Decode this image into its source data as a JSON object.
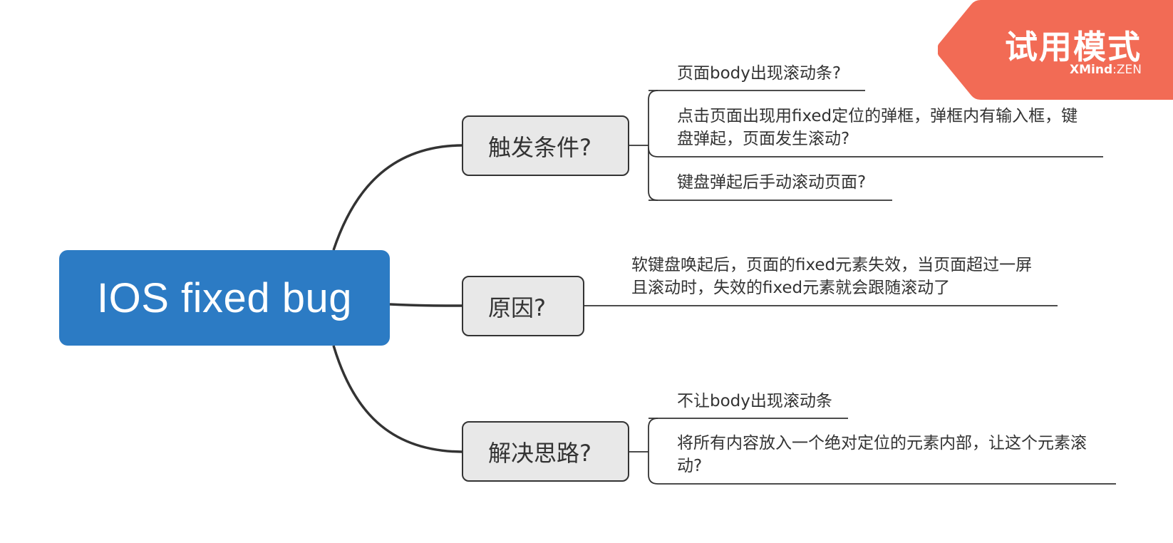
{
  "mindmap": {
    "root": {
      "label": "IOS fixed bug"
    },
    "topics": [
      {
        "label": "触发条件?",
        "items": [
          {
            "lines": [
              "页面body出现滚动条?"
            ]
          },
          {
            "lines": [
              "点击页面出现用fixed定位的弹框，弹框内有输入框，键",
              "盘弹起，页面发生滚动?"
            ]
          },
          {
            "lines": [
              "键盘弹起后手动滚动页面?"
            ]
          }
        ]
      },
      {
        "label": "原因?",
        "items": [
          {
            "lines": [
              "软键盘唤起后，页面的fixed元素失效，当页面超过一屏",
              "且滚动时，失效的fixed元素就会跟随滚动了"
            ]
          }
        ]
      },
      {
        "label": "解决思路?",
        "items": [
          {
            "lines": [
              "不让body出现滚动条"
            ]
          },
          {
            "lines": [
              "将所有内容放入一个绝对定位的元素内部，让这个元素滚",
              "动?"
            ]
          }
        ]
      }
    ]
  },
  "watermark": {
    "title": "试用模式",
    "brand": "XMind",
    "separator": ":",
    "edition": "ZEN"
  },
  "colors": {
    "root_fill": "#2c7bc4",
    "topic_fill": "#e8e8e8",
    "line": "#333333",
    "badge": "#f26b55"
  }
}
